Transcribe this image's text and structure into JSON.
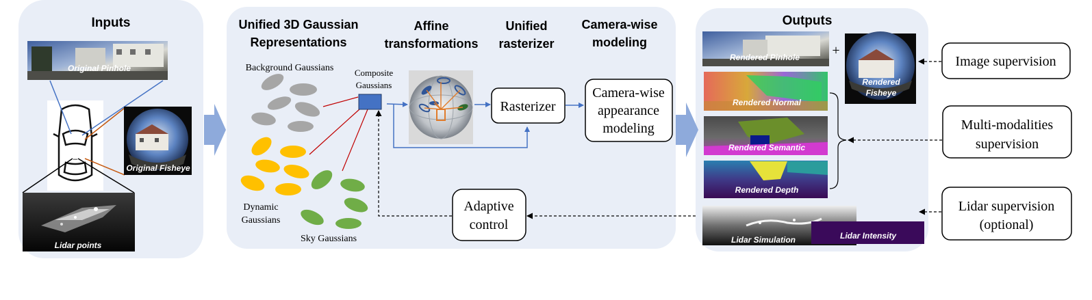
{
  "inputs": {
    "title": "Inputs",
    "pinhole_label": "Original Pinhole",
    "fisheye_label": "Original Fisheye",
    "lidar_label": "Lidar points"
  },
  "headers": {
    "gaussian_line1": "Unified 3D Gaussian",
    "gaussian_line2": "Representations",
    "affine_line1": "Affine",
    "affine_line2": "transformations",
    "rasterizer_line1": "Unified",
    "rasterizer_line2": "rasterizer",
    "camera_line1": "Camera-wise",
    "camera_line2": "modeling"
  },
  "gaussians": {
    "background": "Background Gaussians",
    "composite_line1": "Composite",
    "composite_line2": "Gaussians",
    "dynamic_line1": "Dynamic",
    "dynamic_line2": "Gaussians",
    "sky": "Sky Gaussians"
  },
  "boxes": {
    "rasterizer": "Rasterizer",
    "appearance_line1": "Camera-wise",
    "appearance_line2": "appearance",
    "appearance_line3": "modeling",
    "adaptive_line1": "Adaptive",
    "adaptive_line2": "control"
  },
  "outputs": {
    "title": "Outputs",
    "pinhole": "Rendered Pinhole",
    "fisheye_line1": "Rendered",
    "fisheye_line2": "Fisheye",
    "normal": "Rendered Normal",
    "semantic": "Rendered Semantic",
    "depth": "Rendered Depth",
    "lidar_sim": "Lidar Simulation",
    "lidar_intensity": "Lidar Intensity",
    "plus": "+"
  },
  "supervision": {
    "image": "Image supervision",
    "multi_line1": "Multi-modalities",
    "multi_line2": "supervision",
    "lidar_line1": "Lidar supervision",
    "lidar_line2": "(optional)"
  },
  "colors": {
    "panel": "#e9eef7",
    "arrow_blue": "#4472c4",
    "chevron": "#8eaadb",
    "gray": "#a6a6a6",
    "yellow": "#ffc000",
    "green": "#70ad47",
    "composite": "#4472c4",
    "red_line": "#c00000"
  }
}
